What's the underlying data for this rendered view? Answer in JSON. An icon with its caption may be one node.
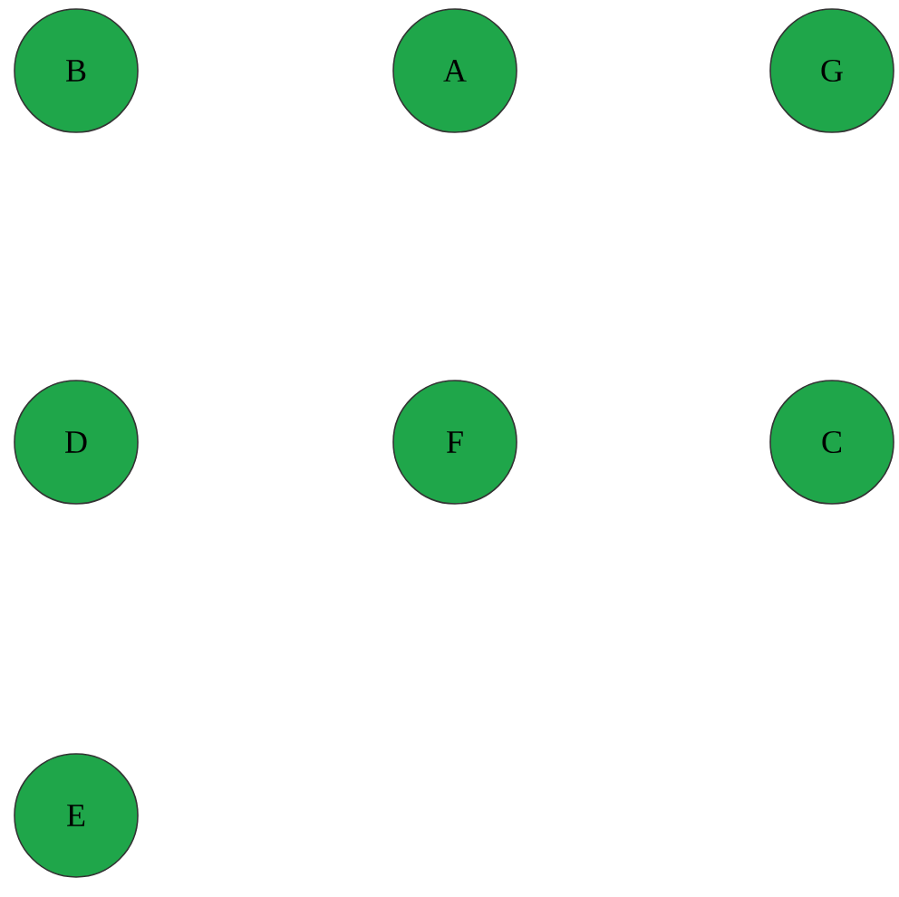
{
  "diagram": {
    "nodes": [
      {
        "text": [
          "B"
        ]
      },
      {
        "text": [
          "A"
        ]
      },
      {
        "text": [
          "G"
        ]
      },
      {
        "text": [
          "D"
        ]
      },
      {
        "text": [
          "F"
        ]
      },
      {
        "text": [
          "C"
        ]
      },
      {
        "text": [
          "E"
        ]
      }
    ]
  }
}
